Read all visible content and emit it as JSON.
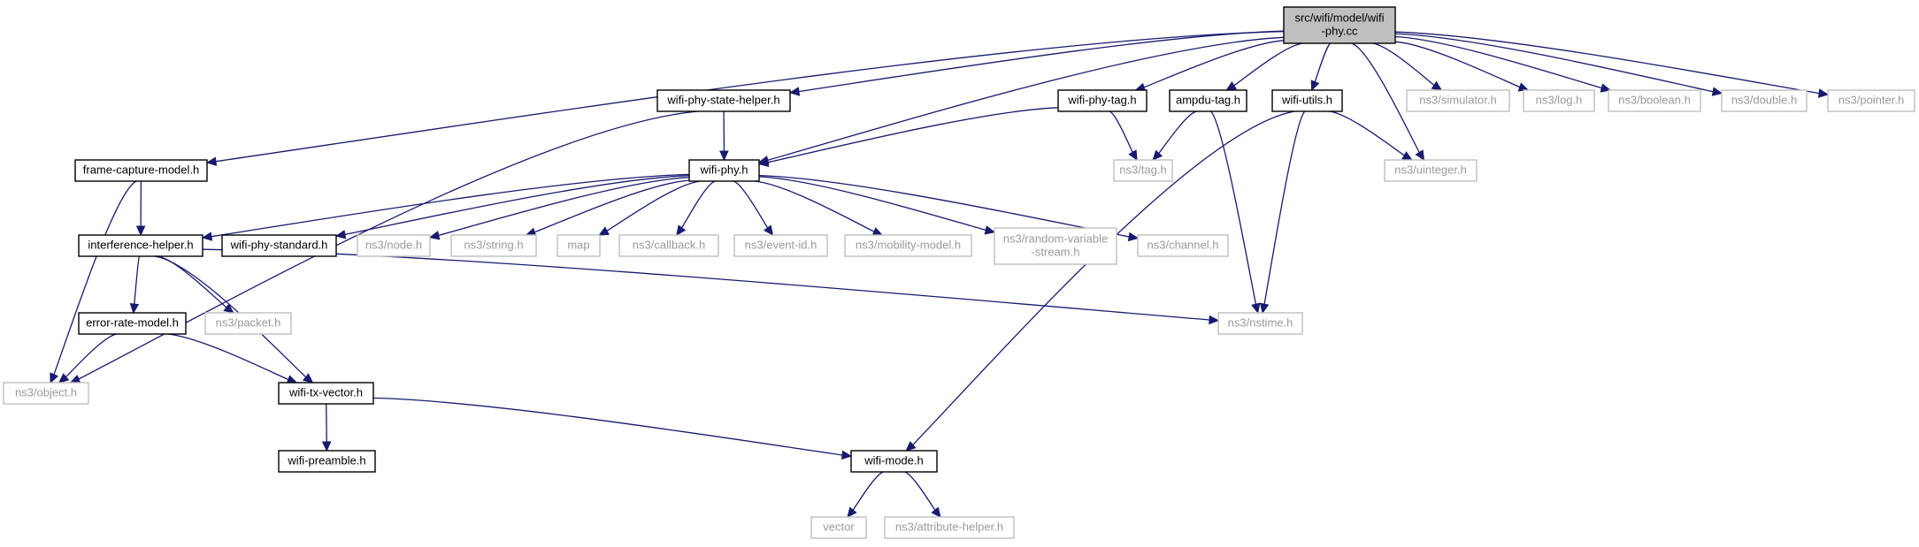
{
  "colors": {
    "edge": "#191970",
    "root_fill": "#bfbfbf",
    "local_border": "#000000",
    "external_border": "#bfbfbf",
    "external_text": "#9a9a9a"
  },
  "nodes": [
    {
      "id": "root",
      "lines": [
        "src/wifi/model/wifi",
        "-phy.cc"
      ],
      "kind": "root"
    },
    {
      "id": "wifi-phy-state-helper",
      "lines": [
        "wifi-phy-state-helper.h"
      ],
      "kind": "local"
    },
    {
      "id": "wifi-phy-tag",
      "lines": [
        "wifi-phy-tag.h"
      ],
      "kind": "local"
    },
    {
      "id": "ampdu-tag",
      "lines": [
        "ampdu-tag.h"
      ],
      "kind": "local"
    },
    {
      "id": "wifi-utils",
      "lines": [
        "wifi-utils.h"
      ],
      "kind": "local"
    },
    {
      "id": "ns3-simulator",
      "lines": [
        "ns3/simulator.h"
      ],
      "kind": "ext"
    },
    {
      "id": "ns3-log",
      "lines": [
        "ns3/log.h"
      ],
      "kind": "ext"
    },
    {
      "id": "ns3-boolean",
      "lines": [
        "ns3/boolean.h"
      ],
      "kind": "ext"
    },
    {
      "id": "ns3-double",
      "lines": [
        "ns3/double.h"
      ],
      "kind": "ext"
    },
    {
      "id": "ns3-pointer",
      "lines": [
        "ns3/pointer.h"
      ],
      "kind": "ext"
    },
    {
      "id": "frame-capture-model",
      "lines": [
        "frame-capture-model.h"
      ],
      "kind": "local"
    },
    {
      "id": "wifi-phy",
      "lines": [
        "wifi-phy.h"
      ],
      "kind": "local"
    },
    {
      "id": "ns3-tag",
      "lines": [
        "ns3/tag.h"
      ],
      "kind": "ext"
    },
    {
      "id": "ns3-uinteger",
      "lines": [
        "ns3/uinteger.h"
      ],
      "kind": "ext"
    },
    {
      "id": "interference-helper",
      "lines": [
        "interference-helper.h"
      ],
      "kind": "local"
    },
    {
      "id": "wifi-phy-standard",
      "lines": [
        "wifi-phy-standard.h"
      ],
      "kind": "local"
    },
    {
      "id": "ns3-node",
      "lines": [
        "ns3/node.h"
      ],
      "kind": "ext"
    },
    {
      "id": "ns3-string",
      "lines": [
        "ns3/string.h"
      ],
      "kind": "ext"
    },
    {
      "id": "map",
      "lines": [
        "map"
      ],
      "kind": "ext"
    },
    {
      "id": "ns3-callback",
      "lines": [
        "ns3/callback.h"
      ],
      "kind": "ext"
    },
    {
      "id": "ns3-event-id",
      "lines": [
        "ns3/event-id.h"
      ],
      "kind": "ext"
    },
    {
      "id": "ns3-mobility-model",
      "lines": [
        "ns3/mobility-model.h"
      ],
      "kind": "ext"
    },
    {
      "id": "ns3-random-variable-stream",
      "lines": [
        "ns3/random-variable",
        "-stream.h"
      ],
      "kind": "ext"
    },
    {
      "id": "ns3-channel",
      "lines": [
        "ns3/channel.h"
      ],
      "kind": "ext"
    },
    {
      "id": "error-rate-model",
      "lines": [
        "error-rate-model.h"
      ],
      "kind": "local"
    },
    {
      "id": "ns3-packet",
      "lines": [
        "ns3/packet.h"
      ],
      "kind": "ext"
    },
    {
      "id": "ns3-nstime",
      "lines": [
        "ns3/nstime.h"
      ],
      "kind": "ext"
    },
    {
      "id": "ns3-object",
      "lines": [
        "ns3/object.h"
      ],
      "kind": "ext"
    },
    {
      "id": "wifi-tx-vector",
      "lines": [
        "wifi-tx-vector.h"
      ],
      "kind": "local"
    },
    {
      "id": "wifi-preamble",
      "lines": [
        "wifi-preamble.h"
      ],
      "kind": "local"
    },
    {
      "id": "wifi-mode",
      "lines": [
        "wifi-mode.h"
      ],
      "kind": "local"
    },
    {
      "id": "vector",
      "lines": [
        "vector"
      ],
      "kind": "ext"
    },
    {
      "id": "ns3-attribute-helper",
      "lines": [
        "ns3/attribute-helper.h"
      ],
      "kind": "ext"
    }
  ],
  "edges": [
    {
      "from": "root",
      "to": "wifi-phy-state-helper"
    },
    {
      "from": "root",
      "to": "wifi-phy-tag"
    },
    {
      "from": "root",
      "to": "ampdu-tag"
    },
    {
      "from": "root",
      "to": "wifi-utils"
    },
    {
      "from": "root",
      "to": "ns3-simulator"
    },
    {
      "from": "root",
      "to": "ns3-log"
    },
    {
      "from": "root",
      "to": "ns3-boolean"
    },
    {
      "from": "root",
      "to": "ns3-double"
    },
    {
      "from": "root",
      "to": "ns3-pointer"
    },
    {
      "from": "root",
      "to": "frame-capture-model"
    },
    {
      "from": "root",
      "to": "wifi-phy"
    },
    {
      "from": "root",
      "to": "ns3-uinteger"
    },
    {
      "from": "wifi-phy-state-helper",
      "to": "wifi-phy"
    },
    {
      "from": "wifi-phy-state-helper",
      "to": "ns3-object"
    },
    {
      "from": "wifi-phy-tag",
      "to": "wifi-phy"
    },
    {
      "from": "wifi-phy-tag",
      "to": "ns3-tag"
    },
    {
      "from": "ampdu-tag",
      "to": "ns3-tag"
    },
    {
      "from": "ampdu-tag",
      "to": "ns3-nstime"
    },
    {
      "from": "wifi-utils",
      "to": "ns3-uinteger"
    },
    {
      "from": "wifi-utils",
      "to": "ns3-nstime"
    },
    {
      "from": "wifi-utils",
      "to": "wifi-mode"
    },
    {
      "from": "frame-capture-model",
      "to": "interference-helper"
    },
    {
      "from": "frame-capture-model",
      "to": "ns3-object"
    },
    {
      "from": "wifi-phy",
      "to": "interference-helper"
    },
    {
      "from": "wifi-phy",
      "to": "wifi-phy-standard"
    },
    {
      "from": "wifi-phy",
      "to": "ns3-node"
    },
    {
      "from": "wifi-phy",
      "to": "ns3-string"
    },
    {
      "from": "wifi-phy",
      "to": "map"
    },
    {
      "from": "wifi-phy",
      "to": "ns3-callback"
    },
    {
      "from": "wifi-phy",
      "to": "ns3-event-id"
    },
    {
      "from": "wifi-phy",
      "to": "ns3-mobility-model"
    },
    {
      "from": "wifi-phy",
      "to": "ns3-random-variable-stream"
    },
    {
      "from": "wifi-phy",
      "to": "ns3-channel"
    },
    {
      "from": "interference-helper",
      "to": "error-rate-model"
    },
    {
      "from": "interference-helper",
      "to": "ns3-packet"
    },
    {
      "from": "interference-helper",
      "to": "ns3-nstime"
    },
    {
      "from": "interference-helper",
      "to": "wifi-tx-vector"
    },
    {
      "from": "error-rate-model",
      "to": "ns3-object"
    },
    {
      "from": "error-rate-model",
      "to": "wifi-tx-vector"
    },
    {
      "from": "wifi-tx-vector",
      "to": "wifi-preamble"
    },
    {
      "from": "wifi-tx-vector",
      "to": "wifi-mode"
    },
    {
      "from": "wifi-mode",
      "to": "vector"
    },
    {
      "from": "wifi-mode",
      "to": "ns3-attribute-helper"
    }
  ]
}
